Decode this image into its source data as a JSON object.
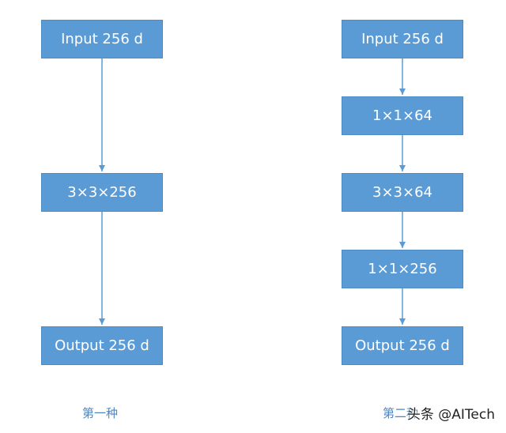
{
  "left": {
    "nodes": [
      "Input 256 d",
      "3×3×256",
      "Output 256 d"
    ],
    "caption": "第一种"
  },
  "right": {
    "nodes": [
      "Input 256 d",
      "1×1×64",
      "3×3×64",
      "1×1×256",
      "Output 256 d"
    ],
    "caption": "第二种"
  },
  "watermark": "头条 @AITech",
  "colors": {
    "box": "#5b9bd5",
    "arrow": "#5b9bd5",
    "caption": "#4e86c4"
  }
}
